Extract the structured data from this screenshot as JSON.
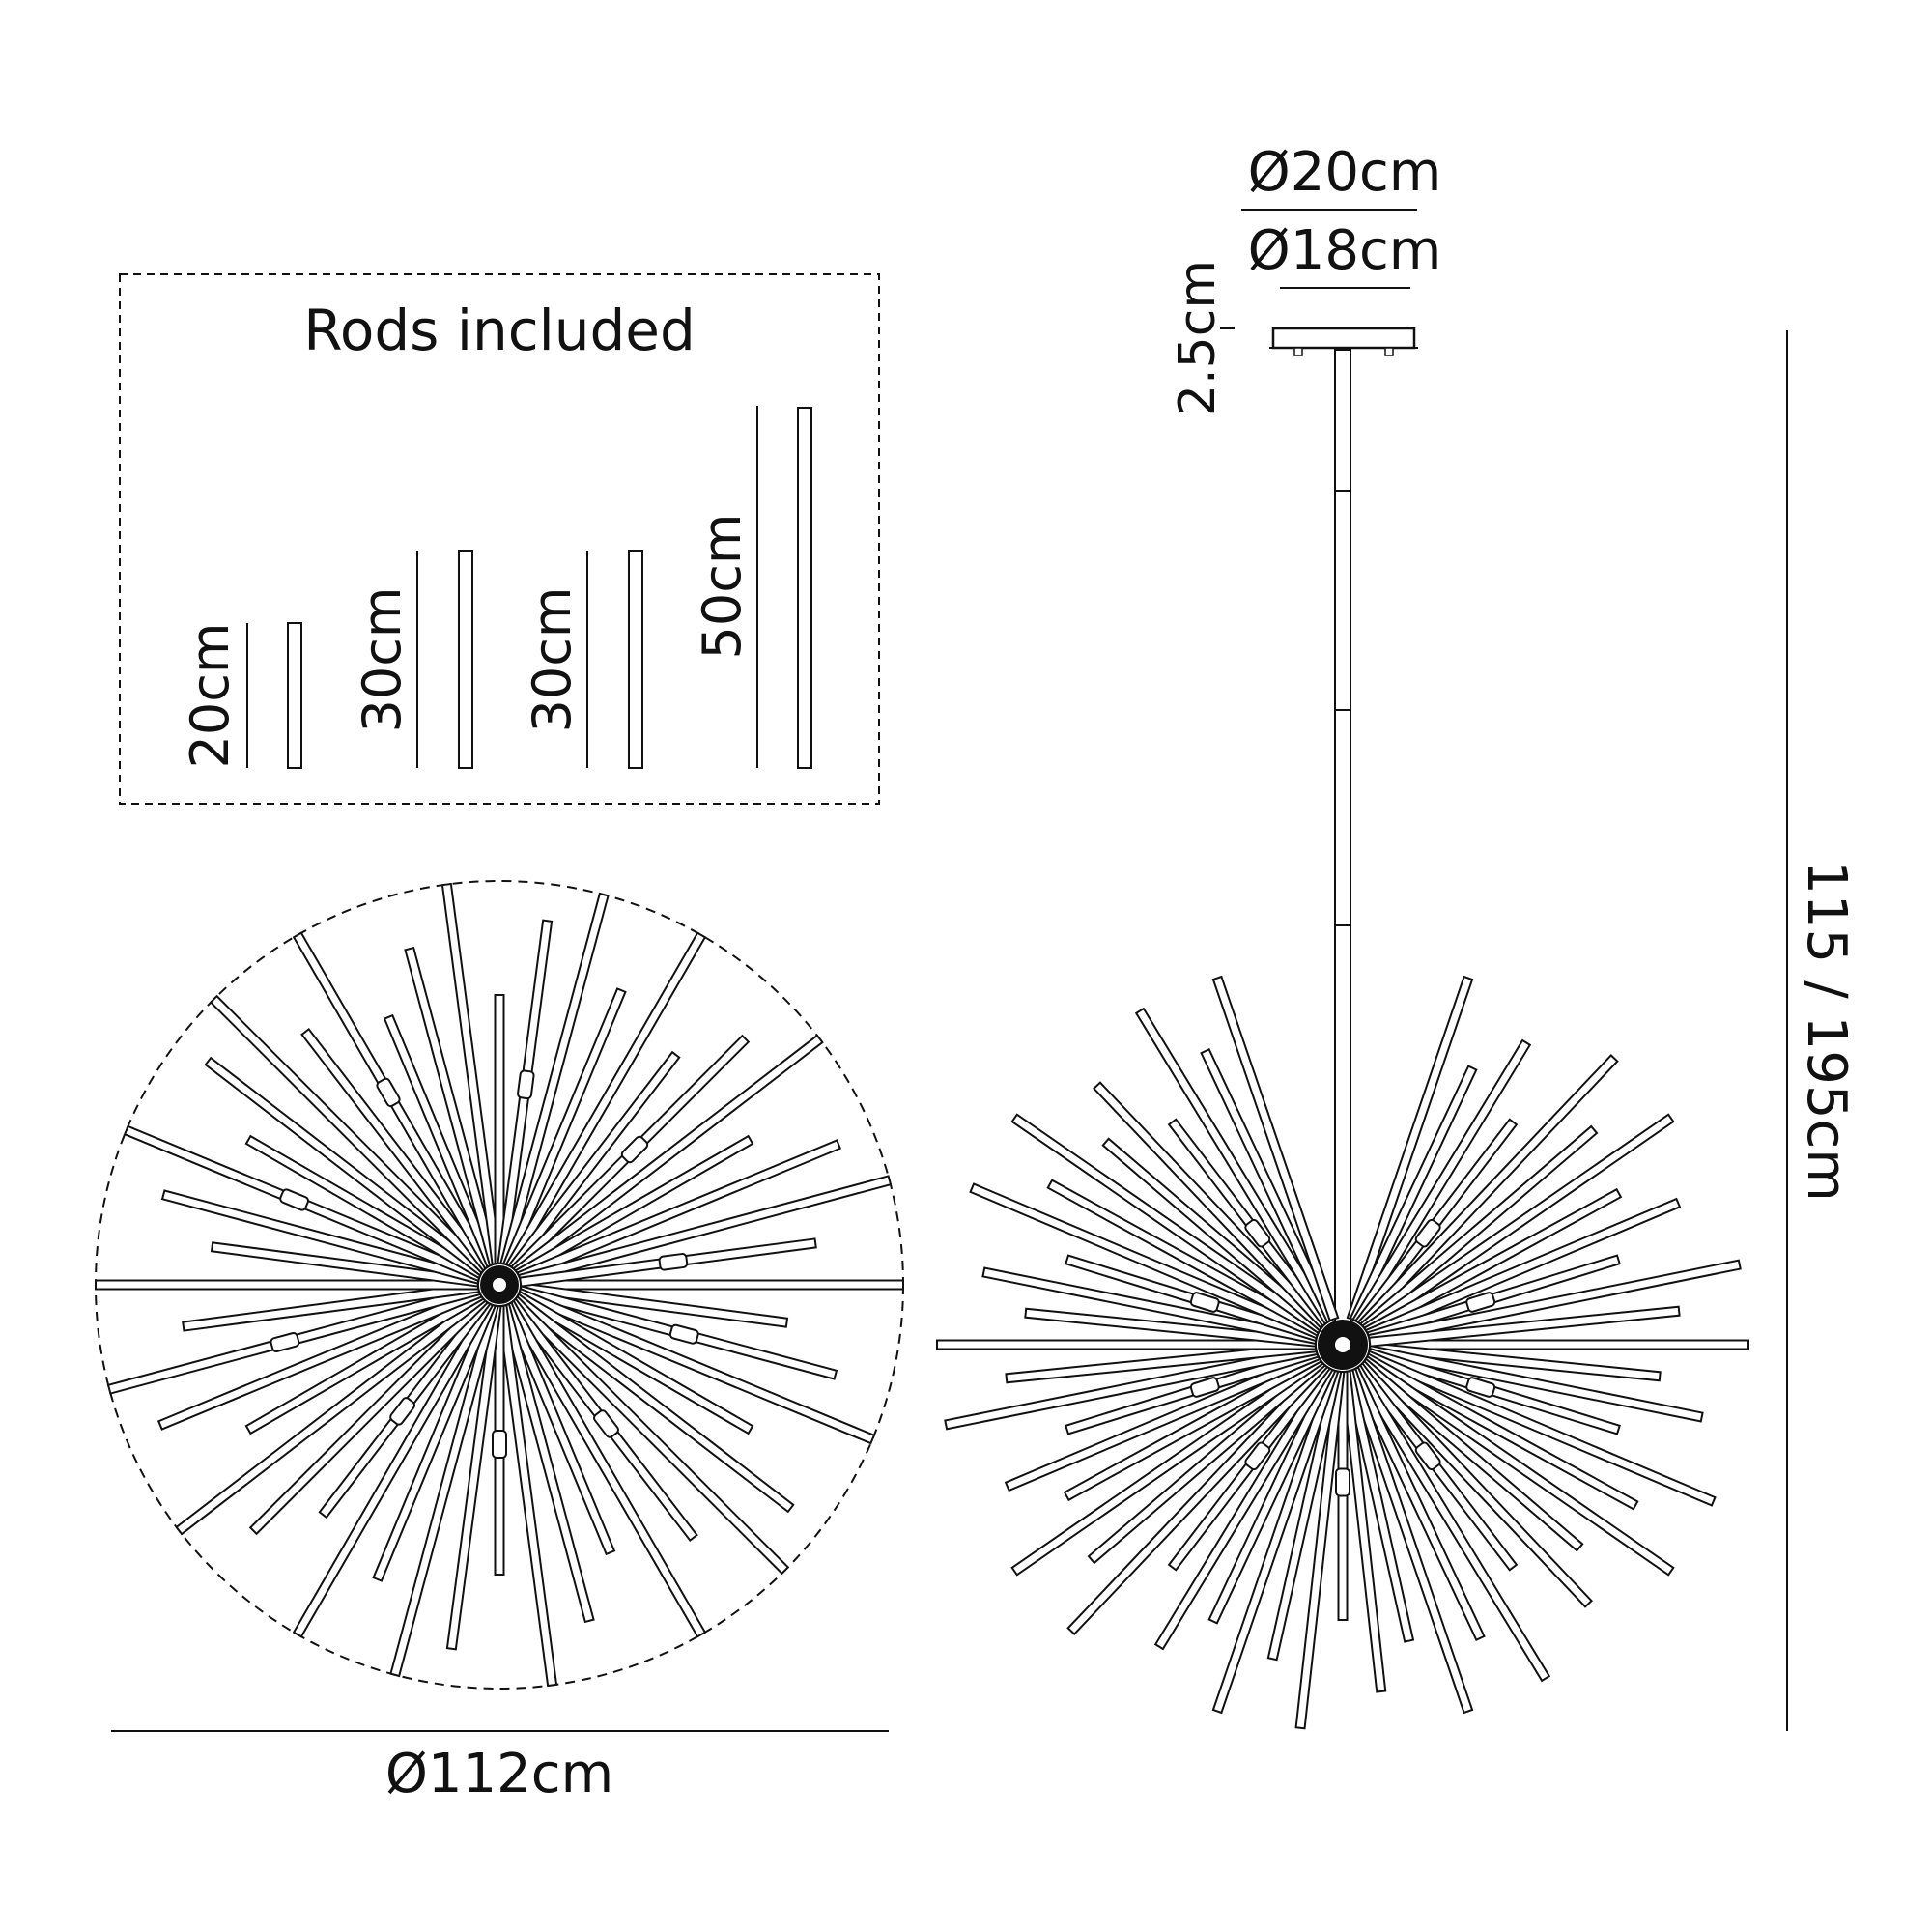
{
  "rods_box": {
    "title": "Rods included",
    "rods": [
      {
        "label": "20cm",
        "length_cm": 20
      },
      {
        "label": "30cm",
        "length_cm": 30
      },
      {
        "label": "30cm",
        "length_cm": 30
      },
      {
        "label": "50cm",
        "length_cm": 50
      }
    ]
  },
  "plan_view": {
    "diameter_label": "Ø112cm"
  },
  "side_view": {
    "canopy_outer_label": "Ø20cm",
    "canopy_inner_label": "Ø18cm",
    "canopy_depth_label": "2.5cm",
    "height_label": "115 / 195cm"
  }
}
